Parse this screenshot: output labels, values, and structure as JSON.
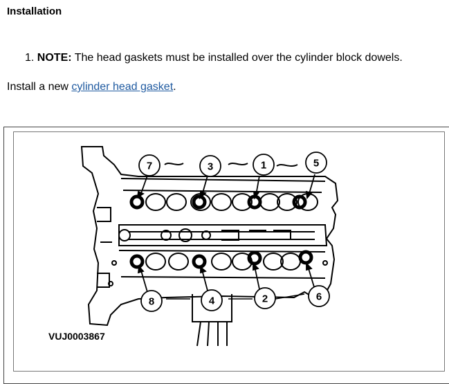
{
  "heading": "Installation",
  "step": {
    "number": "1.",
    "note_label": "NOTE:",
    "note_text": " The head gaskets must be installed over the cylinder block dowels."
  },
  "instruction": {
    "prefix": "Install a new ",
    "link_text": "cylinder head gasket",
    "suffix": "."
  },
  "figure": {
    "id": "VUJ0003867",
    "callouts_top": [
      "7",
      "3",
      "1",
      "5"
    ],
    "callouts_bottom": [
      "8",
      "4",
      "2",
      "6"
    ]
  }
}
